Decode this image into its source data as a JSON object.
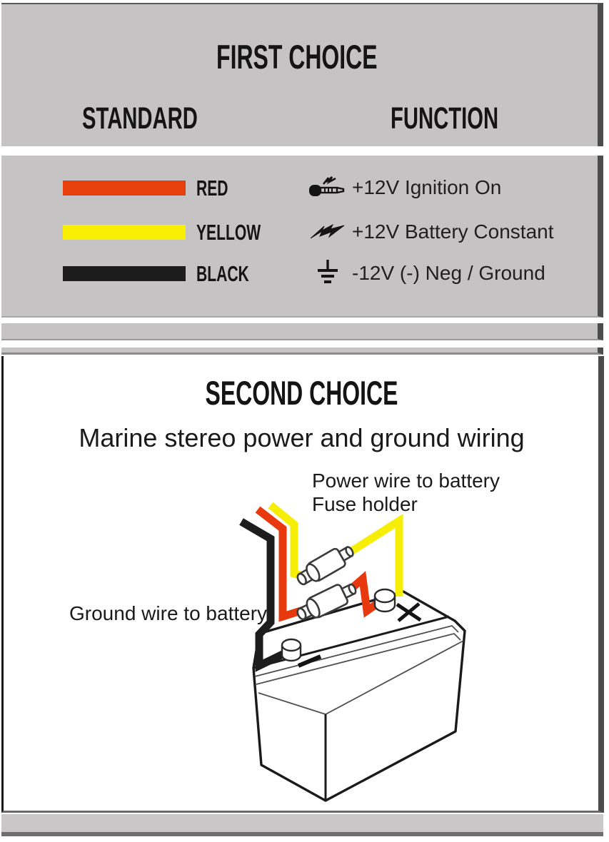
{
  "first_choice": {
    "title": "FIRST CHOICE",
    "columns": {
      "standard": "STANDARD",
      "function": "FUNCTION"
    },
    "rows": [
      {
        "color_name": "RED",
        "swatch_color": "#e8400c",
        "icon": "ignition-key-icon",
        "function": "+12V Ignition On"
      },
      {
        "color_name": "YELLOW",
        "swatch_color": "#f9ef05",
        "icon": "lightning-bolt-icon",
        "function": "+12V Battery Constant"
      },
      {
        "color_name": "BLACK",
        "swatch_color": "#1c1c1c",
        "icon": "ground-symbol-icon",
        "function": "-12V (-) Neg / Ground"
      }
    ]
  },
  "second_choice": {
    "title": "SECOND CHOICE",
    "subtitle": "Marine stereo power and ground wiring",
    "labels": {
      "power_wire": "Power wire to battery",
      "fuse_holder": "Fuse holder",
      "ground_wire": "Ground wire to battery"
    },
    "battery": {
      "positive_mark": "+",
      "negative_mark": "-"
    },
    "wire_colors": {
      "red": "#e8390e",
      "yellow": "#f6ee06",
      "black": "#1d1d1d"
    }
  },
  "theme": {
    "panel_gray": "#c5c3c3",
    "border_dark": "#4c4c4c",
    "text_color": "#1a1a1a"
  }
}
